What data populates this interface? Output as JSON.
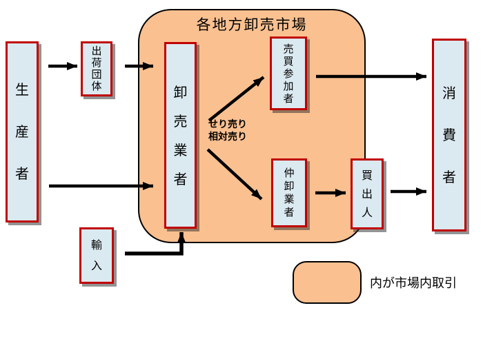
{
  "market": {
    "title": "各地方卸売市場"
  },
  "nodes": {
    "producer": {
      "label": "生産者"
    },
    "shipping_org": {
      "label": "出荷団体"
    },
    "wholesaler": {
      "label": "卸売業者"
    },
    "trading_participant": {
      "label": "売買参加者"
    },
    "intermediate_wholesaler": {
      "label": "仲卸業者"
    },
    "buyer": {
      "label": "買出人"
    },
    "consumer": {
      "label": "消費者"
    },
    "import": {
      "label": "輸入"
    }
  },
  "annotation": {
    "line1": "せり売り",
    "line2": "相対売り"
  },
  "legend": {
    "text": "内が市場内取引"
  },
  "edges": [
    {
      "from": "producer",
      "to": "shipping_org"
    },
    {
      "from": "shipping_org",
      "to": "wholesaler"
    },
    {
      "from": "producer",
      "to": "wholesaler"
    },
    {
      "from": "import",
      "to": "wholesaler"
    },
    {
      "from": "wholesaler",
      "to": "trading_participant",
      "label": "せり売り・相対売り"
    },
    {
      "from": "wholesaler",
      "to": "intermediate_wholesaler",
      "label": "せり売り・相対売り"
    },
    {
      "from": "trading_participant",
      "to": "consumer"
    },
    {
      "from": "intermediate_wholesaler",
      "to": "buyer"
    },
    {
      "from": "buyer",
      "to": "consumer"
    }
  ],
  "colors": {
    "market_fill": "#FAC090",
    "node_fill": "#DBE9F0",
    "node_border": "#C00000",
    "outline": "#000000",
    "arrow": "#000000"
  }
}
